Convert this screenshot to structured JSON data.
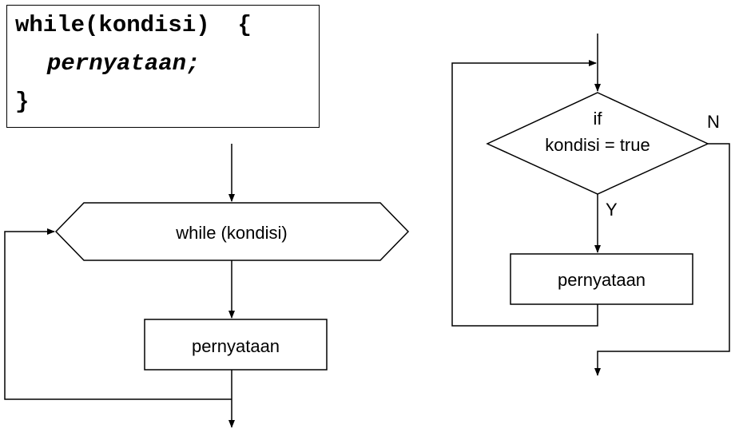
{
  "code": {
    "line1": "while(kondisi)  {",
    "line2": "pernyataan;",
    "line3": "}"
  },
  "left_flow": {
    "loop_label": "while (kondisi)",
    "statement_label": "pernyataan"
  },
  "right_flow": {
    "condition_line1": "if",
    "condition_line2": "kondisi = true",
    "yes_label": "Y",
    "no_label": "N",
    "statement_label": "pernyataan"
  }
}
